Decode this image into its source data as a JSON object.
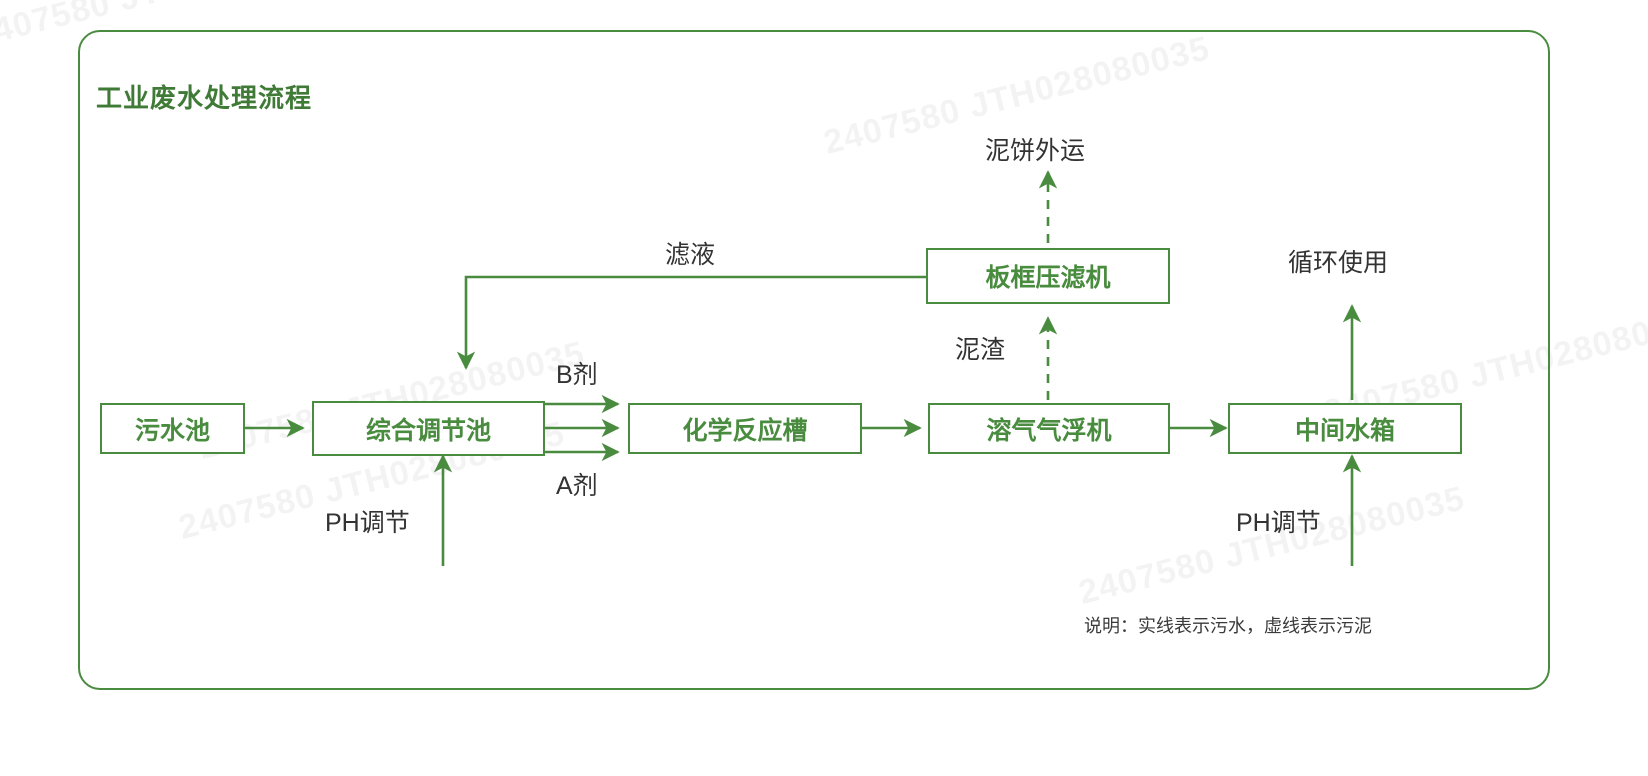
{
  "diagram": {
    "title": "工业废水处理流程",
    "legend_note": "说明：实线表示污水，虚线表示污泥",
    "accent_color": "#4a8c3f",
    "title_color": "#3f7a36",
    "label_color": "#333333",
    "nodes": [
      {
        "id": "sewage-pit",
        "label": "污水池"
      },
      {
        "id": "equalization-tank",
        "label": "综合调节池"
      },
      {
        "id": "reaction-tank",
        "label": "化学反应槽"
      },
      {
        "id": "daf-unit",
        "label": "溶气气浮机"
      },
      {
        "id": "intermediate-tank",
        "label": "中间水箱"
      },
      {
        "id": "filter-press",
        "label": "板框压滤机"
      }
    ],
    "edge_labels": {
      "filtrate": "滤液",
      "sludge": "泥渣",
      "mud_cake_out": "泥饼外运",
      "recycle_use": "循环使用",
      "reagent_b": "B剂",
      "reagent_a": "A剂",
      "ph_adjust_left": "PH调节",
      "ph_adjust_right": "PH调节"
    },
    "watermarks": [
      "2407580 JTH028080035",
      "2407580 JTH028080035",
      "2407580 JTH028080035",
      "2407580 JTH028080035",
      "2407580 JTH028080035",
      "2407580 JTH028080035"
    ]
  },
  "chart_data": {
    "type": "diagram",
    "title": "工业废水处理流程",
    "nodes": [
      "污水池",
      "综合调节池",
      "化学反应槽",
      "溶气气浮机",
      "中间水箱",
      "板框压滤机"
    ],
    "edges": [
      {
        "from": "污水池",
        "to": "综合调节池",
        "style": "solid",
        "label": ""
      },
      {
        "from": "综合调节池",
        "to": "化学反应槽",
        "style": "solid",
        "label": "B剂 / A剂",
        "count": 3
      },
      {
        "from": "化学反应槽",
        "to": "溶气气浮机",
        "style": "solid",
        "label": ""
      },
      {
        "from": "溶气气浮机",
        "to": "中间水箱",
        "style": "solid",
        "label": ""
      },
      {
        "from": "溶气气浮机",
        "to": "板框压滤机",
        "style": "dashed",
        "label": "泥渣"
      },
      {
        "from": "板框压滤机",
        "to": "泥饼外运",
        "style": "dashed",
        "label": "泥饼外运"
      },
      {
        "from": "板框压滤机",
        "to": "综合调节池",
        "style": "solid",
        "label": "滤液"
      },
      {
        "from": "PH调节",
        "to": "综合调节池",
        "style": "solid",
        "label": "PH调节"
      },
      {
        "from": "PH调节",
        "to": "中间水箱",
        "style": "solid",
        "label": "PH调节"
      },
      {
        "from": "中间水箱",
        "to": "循环使用",
        "style": "solid",
        "label": "循环使用"
      }
    ],
    "legend": "说明：实线表示污水，虚线表示污泥"
  }
}
